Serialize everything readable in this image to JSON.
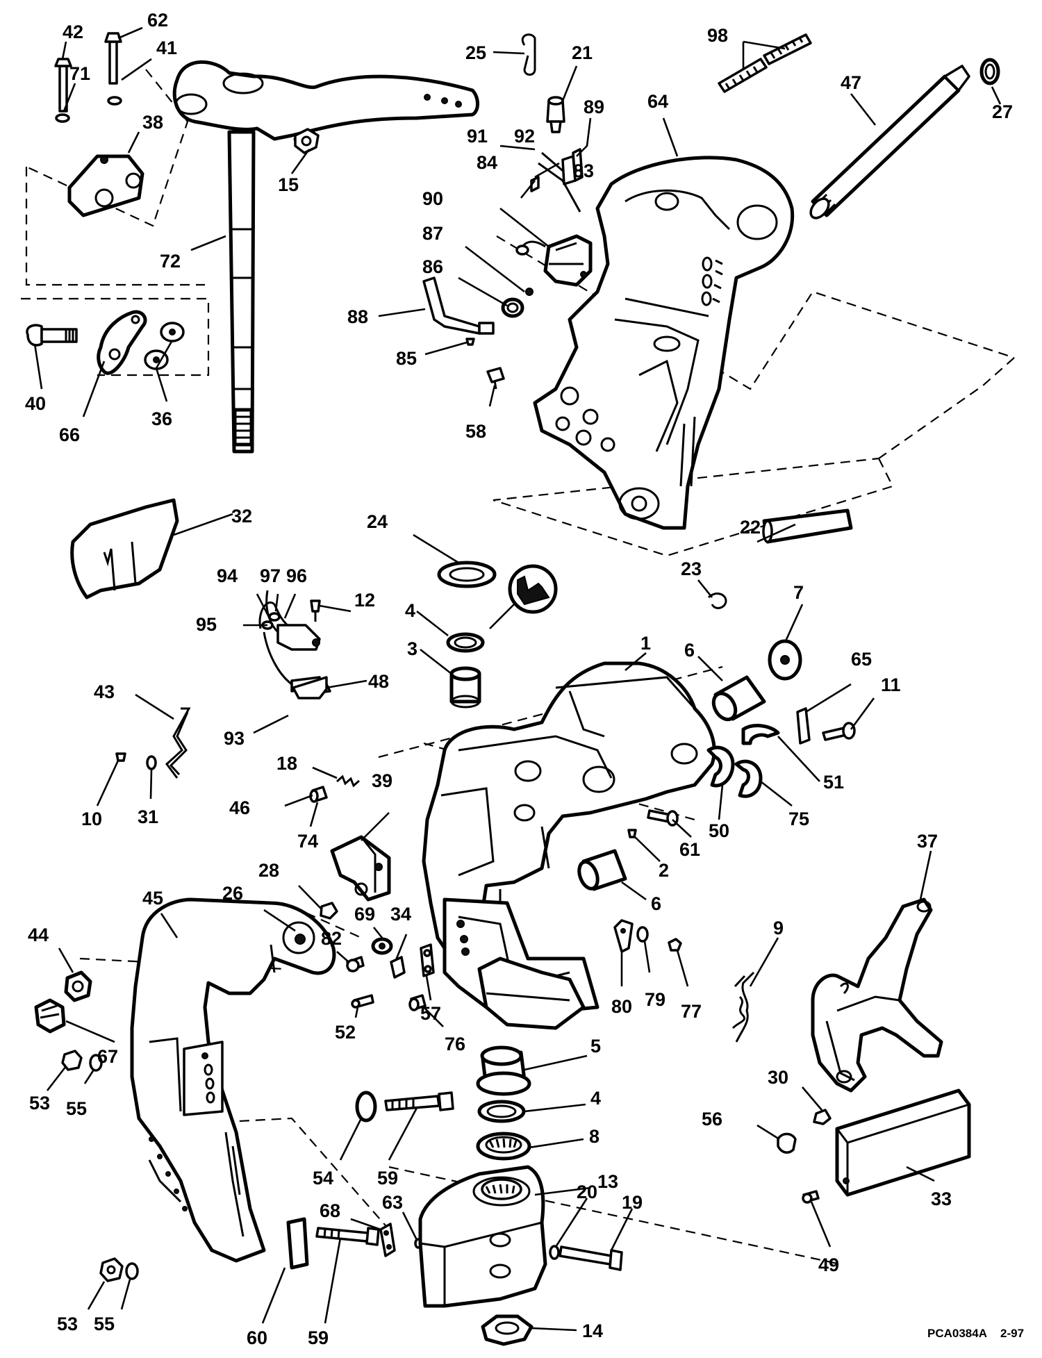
{
  "callouts": [
    "1",
    "2",
    "3",
    "4",
    "4",
    "5",
    "6",
    "6",
    "7",
    "8",
    "9",
    "10",
    "11",
    "12",
    "13",
    "14",
    "15",
    "18",
    "19",
    "20",
    "21",
    "22",
    "23",
    "24",
    "25",
    "26",
    "27",
    "28",
    "30",
    "31",
    "32",
    "33",
    "34",
    "36",
    "37",
    "38",
    "39",
    "40",
    "41",
    "42",
    "43",
    "44",
    "45",
    "46",
    "47",
    "48",
    "49",
    "50",
    "51",
    "52",
    "53",
    "53",
    "54",
    "55",
    "55",
    "56",
    "57",
    "58",
    "59",
    "59",
    "60",
    "61",
    "62",
    "63",
    "64",
    "65",
    "66",
    "67",
    "68",
    "69",
    "71",
    "72",
    "74",
    "75",
    "76",
    "77",
    "79",
    "80",
    "82",
    "83",
    "84",
    "85",
    "86",
    "87",
    "88",
    "89",
    "90",
    "91",
    "92",
    "93",
    "94",
    "95",
    "96",
    "97",
    "98"
  ],
  "drawing_number": "PCA0384A",
  "revision": "2-97"
}
